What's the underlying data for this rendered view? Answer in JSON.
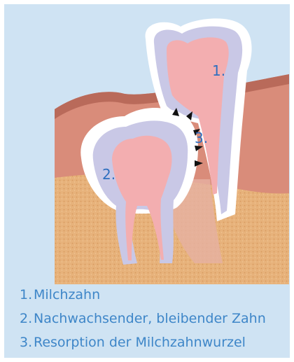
{
  "diagram": {
    "labels": [
      {
        "id": "milk-tooth",
        "text": "1."
      },
      {
        "id": "permanent-tooth",
        "text": "2."
      },
      {
        "id": "resorption",
        "text": "3."
      }
    ]
  },
  "legend": {
    "items": [
      {
        "number": "1.",
        "text": "Milchzahn"
      },
      {
        "number": "2.",
        "text": "Nachwachsender, bleibender Zahn"
      },
      {
        "number": "3.",
        "text": "Resorption der Milchzahnwurzel"
      }
    ]
  },
  "colors": {
    "panel": "#cfe3f3",
    "bone": "#e8b27a",
    "gum": "#d98c7a",
    "enamel": "#ffffff",
    "dentin": "#c9c8e6",
    "pulp": "#f3aeb0",
    "label": "#2f6fbf",
    "legend_text": "#3e86c8"
  }
}
